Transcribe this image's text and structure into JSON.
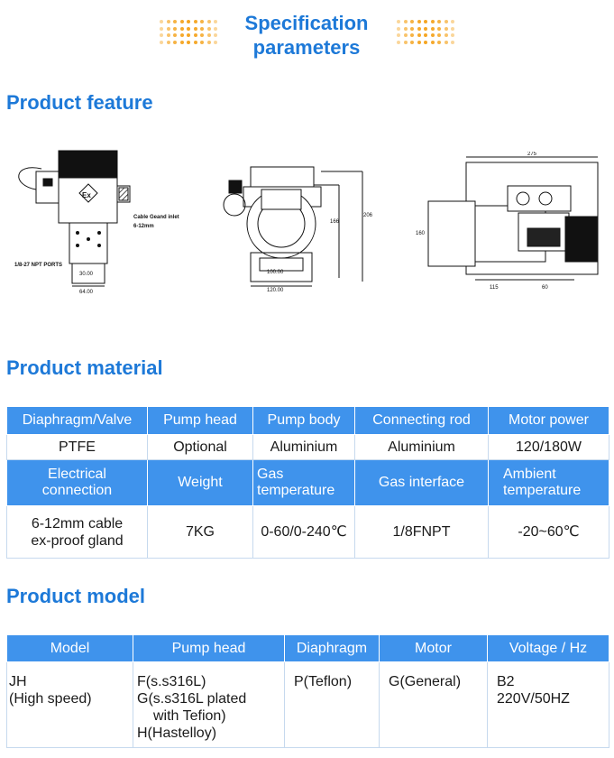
{
  "header": {
    "title_line1": "Specification",
    "title_line2": "parameters",
    "accent_color": "#1d79d8",
    "dots_color": "#f5a623"
  },
  "sections": {
    "feature": "Product feature",
    "material": "Product material",
    "model": "Product model"
  },
  "drawings": {
    "left": {
      "ex_mark": "Ex",
      "cable_label": "Cable Geand inlet",
      "cable_size": "6-12mm",
      "ports_label": "1/8-27 NPT PORTS",
      "dim_inner": "30.00",
      "dim_outer": "64.00"
    },
    "center": {
      "dim_inner_height": "166",
      "dim_outer_height": "206",
      "dim_base_inner": "100.00",
      "dim_base_outer": "120.00"
    },
    "right": {
      "dim_top": "275",
      "dim_height": "160",
      "dim_bottom_left": "115",
      "dim_bottom_right": "60"
    }
  },
  "material_table": {
    "row1_headers": [
      "Diaphragm/Valve",
      "Pump head",
      "Pump body",
      "Connecting rod",
      "Motor power"
    ],
    "row1_values": [
      "PTFE",
      "Optional",
      "Aluminium",
      "Aluminium",
      "120/180W"
    ],
    "row2_headers": [
      [
        "Electrical",
        "connection"
      ],
      [
        "Weight"
      ],
      [
        "Gas",
        "temperature"
      ],
      [
        "Gas interface"
      ],
      [
        "Ambient",
        "temperature"
      ]
    ],
    "row2_values": [
      [
        "6-12mm cable",
        "ex-proof gland"
      ],
      [
        "7KG"
      ],
      [
        "0-60/0-240℃"
      ],
      [
        "1/8FNPT"
      ],
      [
        "-20~60℃"
      ]
    ]
  },
  "model_table": {
    "headers": [
      "Model",
      "Pump head",
      "Diaphragm",
      "Motor",
      "Voltage / Hz"
    ],
    "values": [
      [
        "JH",
        "(High speed)"
      ],
      [
        "F(s.s316L)",
        "G(s.s316L plated",
        "with Tefion)",
        "H(Hastelloy)"
      ],
      [
        "P(Teflon)"
      ],
      [
        "G(General)"
      ],
      [
        "B2",
        "220V/50HZ"
      ]
    ]
  }
}
